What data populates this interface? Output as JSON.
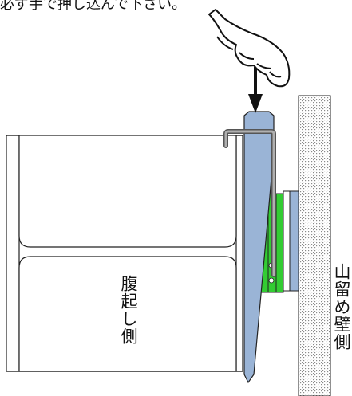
{
  "instruction": "必ず手で押し込んで下さい。",
  "labels": {
    "belly_side": "腹起し側",
    "wall_side": "山留め壁側"
  },
  "colors": {
    "blue_wedge": "#9ab4d6",
    "green_plate": "#33cc33",
    "wall_dots": "#999999",
    "line": "#222222"
  }
}
